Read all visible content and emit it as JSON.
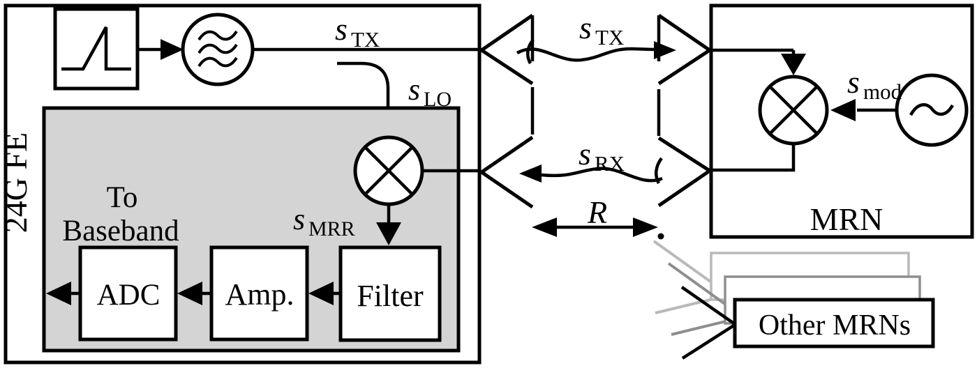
{
  "fe": {
    "label": "24G FE",
    "to_line1": "To",
    "to_line2": "Baseband",
    "adc": "ADC",
    "amp": "Amp.",
    "filter": "Filter"
  },
  "signals": {
    "tx_fe": {
      "base": "s",
      "sub": "TX"
    },
    "lo": {
      "base": "s",
      "sub": "LO"
    },
    "mrr": {
      "base": "s",
      "sub": "MRR"
    },
    "tx_air": {
      "base": "s",
      "sub": "TX"
    },
    "rx_air": {
      "base": "s",
      "sub": "RX"
    },
    "mod": {
      "base": "s",
      "sub": "mod"
    }
  },
  "range": {
    "label": "R"
  },
  "mrn": {
    "label": "MRN"
  },
  "other_mrns": {
    "label": "Other MRNs"
  },
  "icons": {
    "chirp": "sawtooth-waveform",
    "filter": "triple-wave-circle",
    "mixer": "circle-with-x",
    "oscillator": "sine-circle",
    "antenna": "horn-chevron"
  },
  "colors": {
    "panel_fill": "#d4d4d4",
    "ghost_light": "#b9b9b9",
    "ghost_mid": "#8e8e8e",
    "ink": "#000000",
    "bg": "#ffffff"
  }
}
